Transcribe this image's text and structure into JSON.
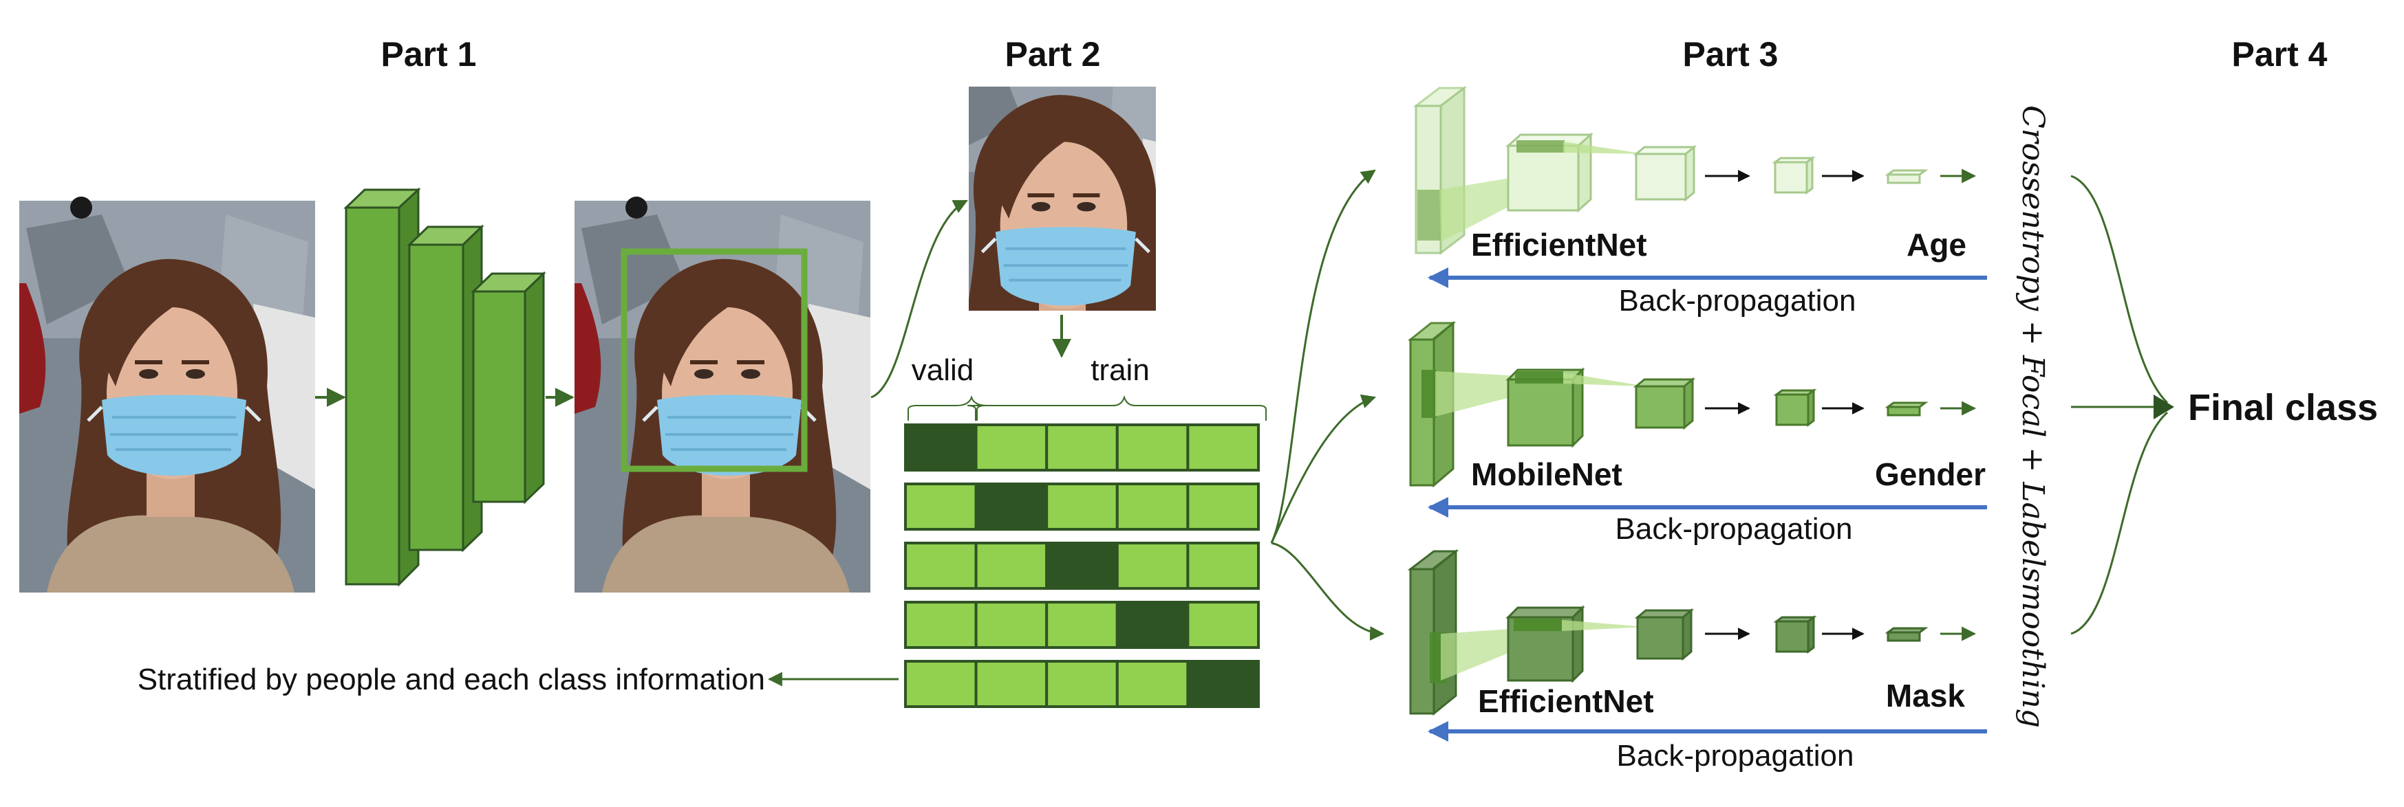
{
  "parts": [
    "Part 1",
    "Part 2",
    "Part 3",
    "Part 4"
  ],
  "part2": {
    "valid_label": "valid",
    "train_label": "train"
  },
  "stratified_caption": "Stratified by people and each class information",
  "branches": [
    {
      "network": "EfficientNet",
      "task": "Age",
      "backprop": "Back-propagation"
    },
    {
      "network": "MobileNet",
      "task": "Gender",
      "backprop": "Back-propagation"
    },
    {
      "network": "EfficientNet",
      "task": "Mask",
      "backprop": "Back-propagation"
    }
  ],
  "loss_label": "Crossentropy + Focal + Labelsmoothing",
  "final_label": "Final class",
  "colors": {
    "green_block": "#6aad3d",
    "green_cell": "#92d050",
    "green_dark": "#2f5424",
    "arrow_green": "#3d6b2a",
    "backprop_blue": "#4472c4"
  }
}
